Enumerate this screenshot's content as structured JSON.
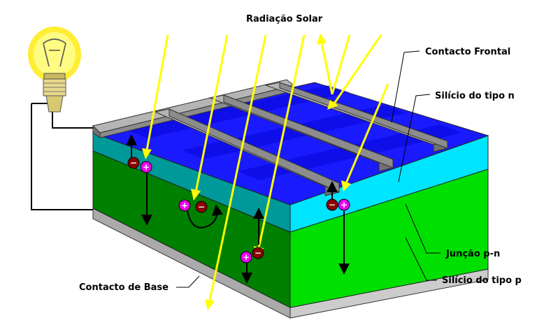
{
  "labels": {
    "solar_radiation": "Radiação Solar",
    "front_contact": "Contacto Frontal",
    "n_silicon": "Silício do tipo n",
    "pn_junction": "Junção p-n",
    "p_silicon": "Silício do tipo p",
    "base_contact": "Contacto de Base"
  },
  "charges": {
    "plus": "+",
    "minus": "−"
  },
  "colors": {
    "n_layer_top": "#1a1aff",
    "n_layer_side": "#00e5ff",
    "n_layer_front_dark": "#009999",
    "p_layer_front": "#008000",
    "p_layer_side": "#00e000",
    "base_contact": "#cccccc",
    "front_contact_grid": "#8c8c8c",
    "sun_ray": "#ffff00",
    "bulb_glow": "#ffee33",
    "electron": "#8b0000",
    "hole": "#ee00ee"
  },
  "icons": {
    "bulb": "light-bulb-icon"
  }
}
